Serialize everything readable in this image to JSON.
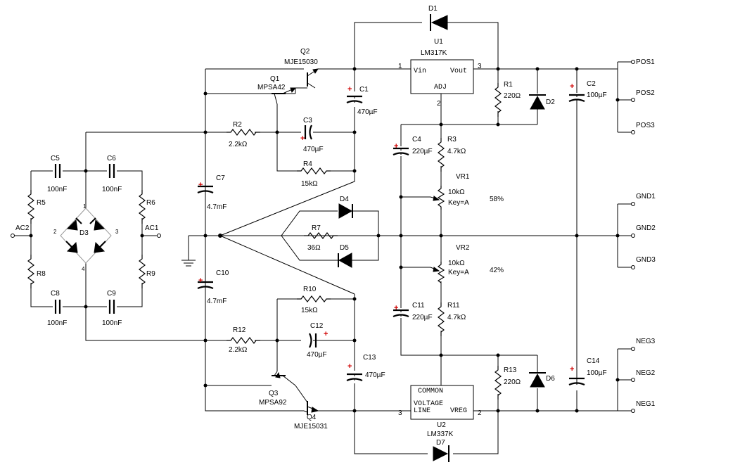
{
  "diagram": {
    "parts": {
      "d1": "D1",
      "u1": "U1",
      "u1p": "LM317K",
      "u1vin": "Vin",
      "u1vout": "Vout",
      "u1adj": "ADJ",
      "u1pin1": "1",
      "u1pin2": "2",
      "u1pin3": "3",
      "q2": "Q2",
      "q2p": "MJE15030",
      "q1": "Q1",
      "q1p": "MPSA42",
      "c1": "C1",
      "c1v": "470µF",
      "c2": "C2",
      "c2v": "100µF",
      "r1": "R1",
      "r1v": "220Ω",
      "d2": "D2",
      "pos1": "POS1",
      "pos2": "POS2",
      "pos3": "POS3",
      "r2": "R2",
      "r2v": "2.2kΩ",
      "c3": "C3",
      "c3v": "470µF",
      "r4": "R4",
      "r4v": "15kΩ",
      "c4": "C4",
      "c4v": "220µF",
      "r3": "R3",
      "r3v": "4.7kΩ",
      "c5": "C5",
      "c5v": "100nF",
      "c6": "C6",
      "c6v": "100nF",
      "r5": "R5",
      "r6": "R6",
      "c7": "C7",
      "c7v": "4.7mF",
      "vr1": "VR1",
      "vr1v": "10kΩ",
      "vr1k": "Key=A",
      "vr1pct": "58%",
      "gnd1": "GND1",
      "gnd2": "GND2",
      "gnd3": "GND3",
      "d4": "D4",
      "r7": "R7",
      "r7v": "36Ω",
      "d5": "D5",
      "ac2": "AC2",
      "ac1": "AC1",
      "d3": "D3",
      "br1": "1",
      "br2": "2",
      "br3": "3",
      "br4": "4",
      "vr2": "VR2",
      "vr2v": "10kΩ",
      "vr2k": "Key=A",
      "vr2pct": "42%",
      "r8": "R8",
      "r9": "R9",
      "c10": "C10",
      "c10v": "4.7mF",
      "r10": "R10",
      "r10v": "15kΩ",
      "c8": "C8",
      "c8v": "100nF",
      "c9": "C9",
      "c9v": "100nF",
      "c11": "C11",
      "c11v": "220µF",
      "r11": "R11",
      "r11v": "4.7kΩ",
      "r12": "R12",
      "r12v": "2.2kΩ",
      "c12": "C12",
      "c12v": "470µF",
      "neg3": "NEG3",
      "neg2": "NEG2",
      "neg1": "NEG1",
      "c13": "C13",
      "c13v": "470µF",
      "r13": "R13",
      "r13v": "220Ω",
      "d6": "D6",
      "c14": "C14",
      "c14v": "100µF",
      "q3": "Q3",
      "q3p": "MPSA92",
      "q4": "Q4",
      "q4p": "MJE15031",
      "u2common": "COMMON",
      "u2voltage": "VOLTAGE",
      "u2line": "LINE",
      "u2vreg": "VREG",
      "u2pin3": "3",
      "u2pin2": "2",
      "u2": "U2",
      "u2p": "LM337K",
      "d7": "D7"
    }
  }
}
